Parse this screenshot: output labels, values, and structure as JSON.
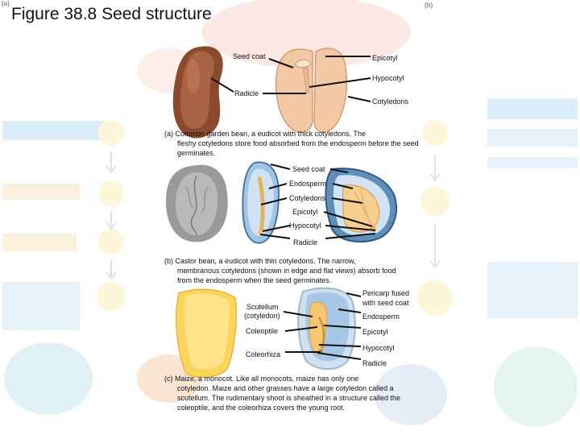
{
  "title": "Figure 38.8 Seed structure",
  "background_tags": {
    "a": "(a)",
    "b": "(b)"
  },
  "bean": {
    "labels": {
      "seed_coat": "Seed coat",
      "epicotyl": "Epicotyl",
      "hypocotyl": "Hypocotyl",
      "radicle": "Radicle",
      "cotyledons": "Cotyledons"
    },
    "caption_first": "(a) Common garden bean, a eudicot with thick cotyledons. The",
    "caption_rest": "fleshy cotyledons store food absorbed from the endosperm before the seed germinates."
  },
  "castor": {
    "labels": {
      "seed_coat": "Seed coat",
      "endosperm": "Endosperm",
      "cotyledons": "Cotyledons",
      "epicotyl": "Epicotyl",
      "hypocotyl": "Hypocotyl",
      "radicle": "Radicle"
    },
    "caption_first": "(b) Castor bean, a eudicot with thin cotyledons. The narrow,",
    "caption_rest": "membranous cotyledons (shown in edge and flat views) absorb food from the endosperm when the seed germinates."
  },
  "maize": {
    "labels": {
      "scutellum_line1": "Scutellum",
      "scutellum_line2": "(cotyledon)",
      "coleoptile": "Coleoptile",
      "coleorhiza": "Coleorhiza",
      "pericarp_line1": "Pericarp fused",
      "pericarp_line2": "with seed coat",
      "endosperm": "Endosperm",
      "epicotyl": "Epicotyl",
      "hypocotyl": "Hypocotyl",
      "radicle": "Radicle"
    },
    "caption_first": "(c) Maize, a monocot. Like all monocots, maize has only one",
    "caption_rest": "cotyledon. Maize and other grasses have a large cotyledon called a scutellum. The rudimentary shoot is sheathed in a structure called the coleoptile, and the coleorhiza covers the young root."
  }
}
